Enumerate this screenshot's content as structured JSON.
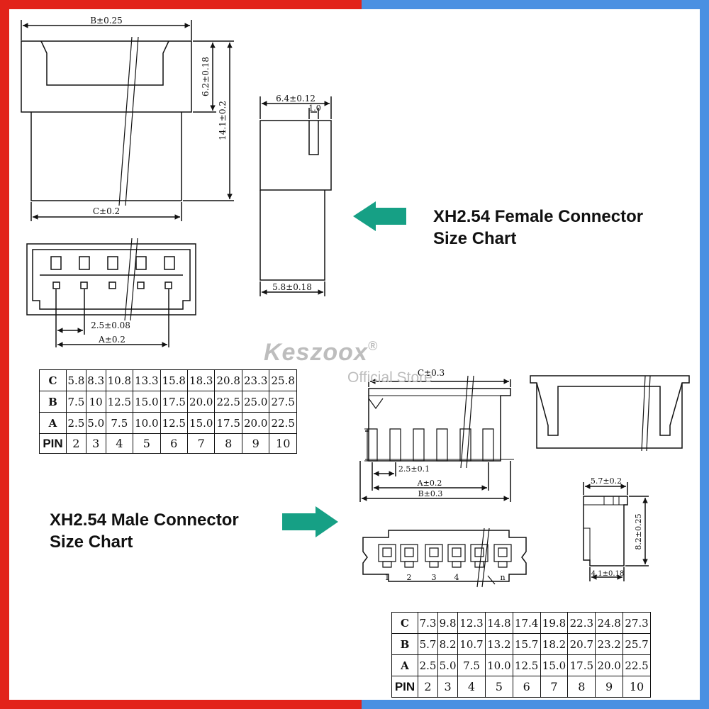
{
  "frame": {
    "left_color": "#e2231a",
    "right_color": "#4a90e2"
  },
  "female": {
    "title_line1": "XH2.54 Female Connector",
    "title_line2": "Size Chart",
    "dims": {
      "b": "B±0.25",
      "h_inner": "6.2±0.18",
      "h_total": "14.1±0.2",
      "c": "C±0.2",
      "side_width": "6.4±0.12",
      "latch": "1.0",
      "side_base": "5.8±0.18",
      "pitch": "2.5±0.08",
      "a": "A±0.2"
    },
    "table": {
      "rows": [
        {
          "label": "C",
          "values": [
            "5.8",
            "8.3",
            "10.8",
            "13.3",
            "15.8",
            "18.3",
            "20.8",
            "23.3",
            "25.8"
          ]
        },
        {
          "label": "B",
          "values": [
            "7.5",
            "10",
            "12.5",
            "15.0",
            "17.5",
            "20.0",
            "22.5",
            "25.0",
            "27.5"
          ]
        },
        {
          "label": "A",
          "values": [
            "2.5",
            "5.0",
            "7.5",
            "10.0",
            "12.5",
            "15.0",
            "17.5",
            "20.0",
            "22.5"
          ]
        },
        {
          "label": "PIN",
          "values": [
            "2",
            "3",
            "4",
            "5",
            "6",
            "7",
            "8",
            "9",
            "10"
          ]
        }
      ]
    }
  },
  "male": {
    "title_line1": "XH2.54 Male Connector",
    "title_line2": "Size Chart",
    "dims": {
      "c": "C±0.3",
      "pitch": "2.5±0.1",
      "a": "A±0.2",
      "b": "B±0.3",
      "side_width": "5.7±0.2",
      "side_height": "8.2±0.25",
      "side_base": "4.1±0.18"
    },
    "pin_labels": [
      "1",
      "2",
      "3",
      "4",
      "n"
    ],
    "table": {
      "rows": [
        {
          "label": "C",
          "values": [
            "7.3",
            "9.8",
            "12.3",
            "14.8",
            "17.4",
            "19.8",
            "22.3",
            "24.8",
            "27.3"
          ]
        },
        {
          "label": "B",
          "values": [
            "5.7",
            "8.2",
            "10.7",
            "13.2",
            "15.7",
            "18.2",
            "20.7",
            "23.2",
            "25.7"
          ]
        },
        {
          "label": "A",
          "values": [
            "2.5",
            "5.0",
            "7.5",
            "10.0",
            "12.5",
            "15.0",
            "17.5",
            "20.0",
            "22.5"
          ]
        },
        {
          "label": "PIN",
          "values": [
            "2",
            "3",
            "4",
            "5",
            "6",
            "7",
            "8",
            "9",
            "10"
          ]
        }
      ]
    }
  },
  "watermark": {
    "brand": "Keszoox",
    "registered": "®",
    "store": "Official Store"
  },
  "arrow_color": "#16a085"
}
